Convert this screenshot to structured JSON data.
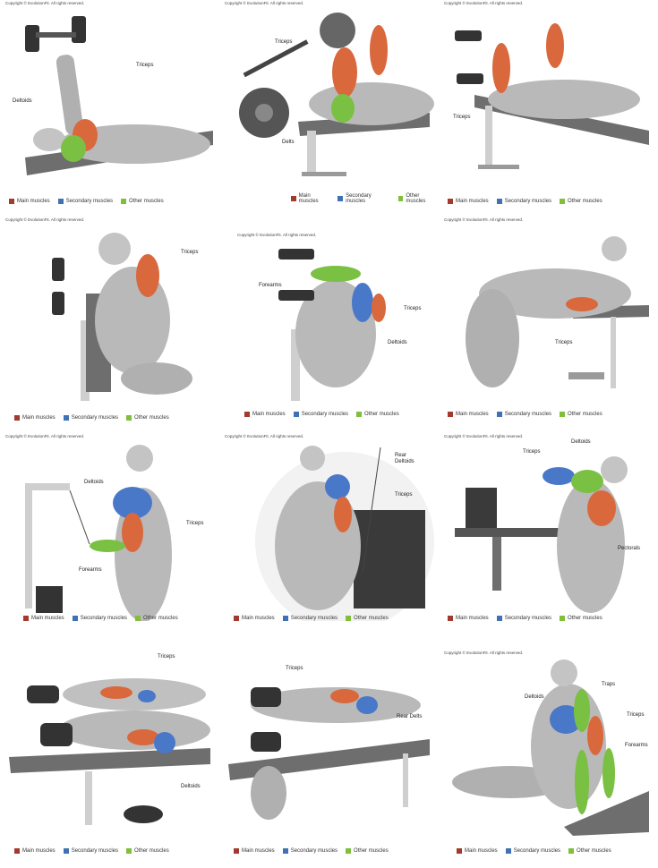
{
  "colors": {
    "main": "#a23a2e",
    "secondary": "#3f72b5",
    "other": "#7fbf3a",
    "muscle_red": "#d9683d",
    "muscle_blue": "#4a78c9",
    "muscle_green": "#7ac043",
    "figure": "#b9b9b9",
    "bench": "#6e6e6e"
  },
  "legend": {
    "main": "Main muscles",
    "secondary": "Secondary muscles",
    "other": "Other muscles"
  },
  "copyright": "Copyright © EvolutionFit. All rights reserved.",
  "panels": [
    {
      "labels": [
        "Triceps",
        "Deltoids"
      ],
      "copyright": true
    },
    {
      "labels": [
        "Triceps",
        "Delts"
      ],
      "copyright": true
    },
    {
      "labels": [
        "Triceps"
      ],
      "copyright": true
    },
    {
      "labels": [
        "Triceps"
      ],
      "copyright": true
    },
    {
      "labels": [
        "Forearms",
        "Triceps",
        "Deltoids"
      ],
      "copyright": true
    },
    {
      "labels": [
        "Triceps"
      ],
      "copyright": true
    },
    {
      "labels": [
        "Deltoids",
        "Triceps",
        "Forearms"
      ],
      "copyright": true
    },
    {
      "labels": [
        "Rear Deltoids",
        "Triceps"
      ],
      "copyright": true
    },
    {
      "labels": [
        "Deltoids",
        "Triceps",
        "Pectorals"
      ],
      "copyright": true
    },
    {
      "labels": [
        "Triceps",
        "Deltoids"
      ],
      "copyright": false
    },
    {
      "labels": [
        "Triceps",
        "Rear Delts"
      ],
      "copyright": false
    },
    {
      "labels": [
        "Traps",
        "Deltoids",
        "Triceps",
        "Forearms"
      ],
      "copyright": true
    }
  ]
}
